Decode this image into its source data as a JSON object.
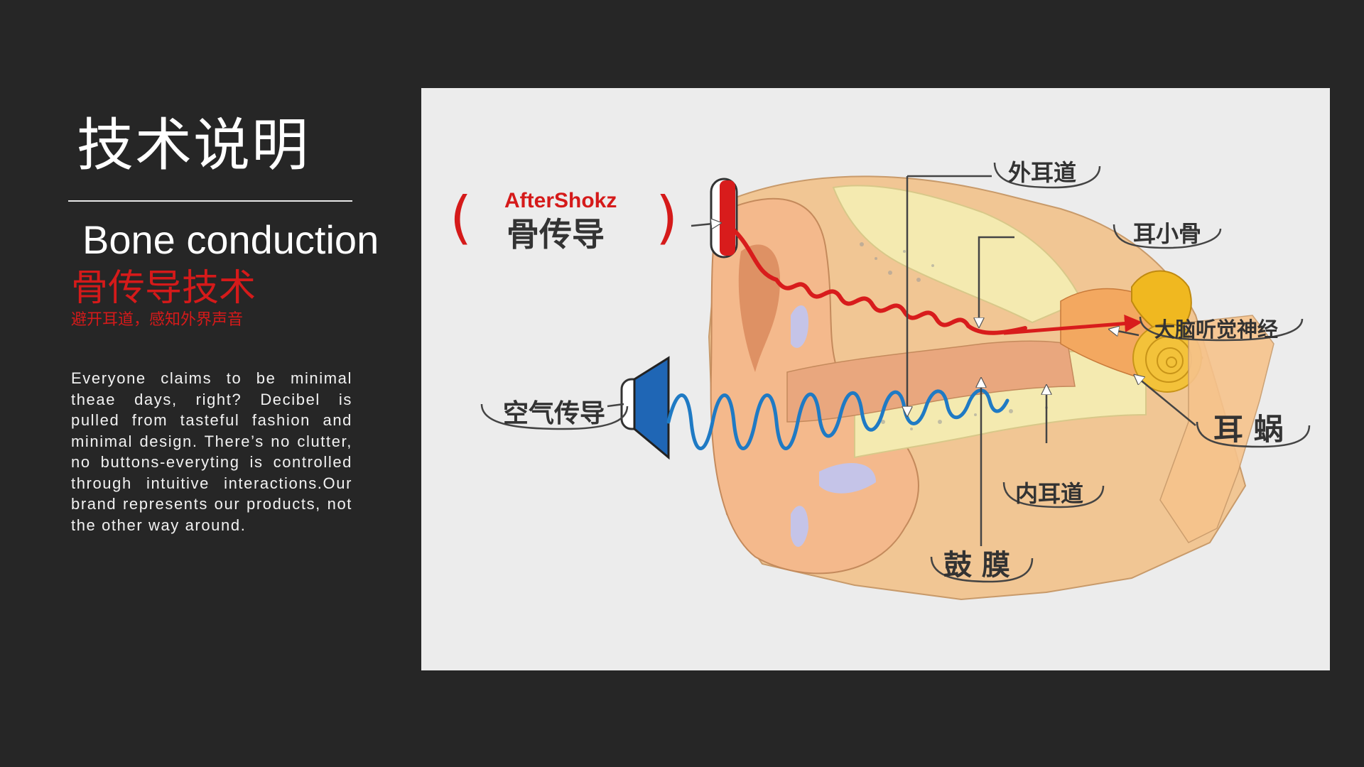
{
  "heading": {
    "title_cn": "技术说明",
    "title_en": "Bone conduction",
    "subtitle_cn": "骨传导技术",
    "tagline_cn": "避开耳道，感知外界声音"
  },
  "body": {
    "paragraph": "Everyone claims to be minimal theae days, right? Decibel is pulled from tasteful fashion and minimal design. There’s no clutter, no buttons-everyting is controlled through intuitive interactions.Our brand represents our products, not the other way around."
  },
  "diagram": {
    "brand": "AfterShokz",
    "bone_conduction_label": "骨传导",
    "air_conduction_label": "空气传导",
    "outer_ear_canal": "外耳道",
    "ossicles": "耳小骨",
    "auditory_nerve": "大脑听觉神经",
    "cochlea": "耳 蜗",
    "inner_ear_canal": "内耳道",
    "eardrum": "鼓 膜"
  },
  "colors": {
    "background": "#262626",
    "accent_red": "#d51a1a",
    "bone_wave": "#d81c1c",
    "air_wave": "#1f7ac4",
    "panel": "#ececec"
  }
}
